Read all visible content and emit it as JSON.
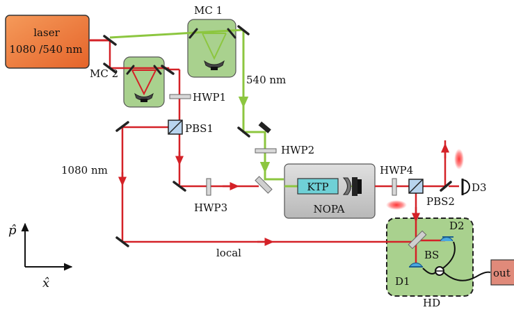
{
  "laser": {
    "line1": "laser",
    "line2": "1080 /540 nm"
  },
  "labels": {
    "mc1": "MC 1",
    "mc2": "MC 2",
    "wl540": "540 nm",
    "wl1080": "1080 nm",
    "hwp1": "HWP1",
    "hwp2": "HWP2",
    "hwp3": "HWP3",
    "hwp4": "HWP4",
    "pbs1": "PBS1",
    "pbs2": "PBS2",
    "ktp": "KTP",
    "nopa": "NOPA",
    "d1": "D1",
    "d2": "D2",
    "d3": "D3",
    "bs": "BS",
    "hd": "HD",
    "local": "local",
    "out": "out"
  },
  "axes": {
    "p": "p̂",
    "x": "x̂"
  },
  "colors": {
    "red_beam": "#d42127",
    "green_beam": "#8cc63f",
    "laser_box": "#f07a3a",
    "cavity_box": "#a9d18e",
    "nopa_box": "#c9c9c9",
    "hd_box": "#a9d18e",
    "ktp_box": "#6fd0d6",
    "out_box": "#e08a7a"
  }
}
